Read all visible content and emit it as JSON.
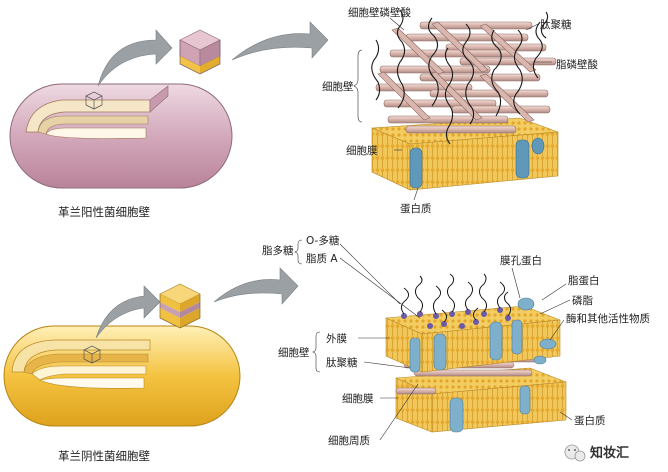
{
  "gram_positive": {
    "caption": "革兰阳性菌细胞壁",
    "labels": {
      "teichoic_acid": "细胞壁磷壁酸",
      "peptidoglycan": "肽聚糖",
      "lipoteichoic_acid": "脂磷壁酸",
      "cell_wall": "细胞壁",
      "cell_membrane": "细胞膜",
      "protein": "蛋白质"
    },
    "colors": {
      "rod": "#d7b0c1",
      "wall": "#c89aae",
      "membrane": "#f2c75a"
    }
  },
  "gram_negative": {
    "caption": "革兰阴性菌细胞壁",
    "labels": {
      "lps": "脂多糖",
      "o_polysaccharide": "O-多糖",
      "lipid_a": "脂质 A",
      "porin": "膜孔蛋白",
      "lipoprotein": "脂蛋白",
      "phospholipid": "磷脂",
      "enzymes": "酶和其他活性物质",
      "cell_wall": "细胞壁",
      "outer_membrane": "外膜",
      "peptidoglycan": "肽聚糖",
      "cell_membrane": "细胞膜",
      "periplasm": "细胞周质",
      "protein": "蛋白质"
    },
    "colors": {
      "rod": "#f3c24a",
      "membrane": "#f2c75a",
      "protein": "#7eb0cc"
    }
  },
  "watermark": {
    "text": "知妆汇"
  }
}
